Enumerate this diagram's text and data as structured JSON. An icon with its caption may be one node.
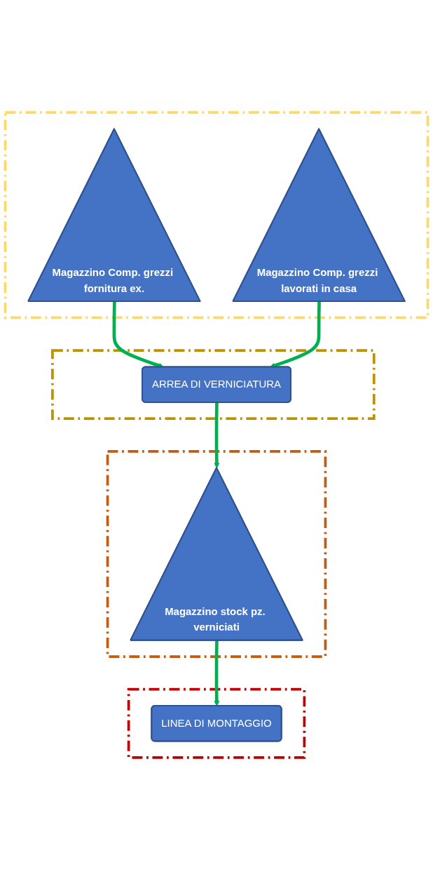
{
  "diagram": {
    "nodes": [
      {
        "text": [],
        "shape": "box"
      },
      {
        "text": [
          "Magazzino Comp. grezzi fornitura ex."
        ],
        "in": 0
      },
      {
        "text": [
          "Magazzino Comp. grezzi lavorati in casa"
        ],
        "in": 0
      },
      {
        "text": [],
        "shape": "box"
      },
      {
        "text": [
          "ARREA DI VERNICIATURA"
        ],
        "in": 3
      },
      {
        "text": [],
        "shape": "box"
      },
      {
        "text": [
          "Magazzino stock pz. verniciati"
        ],
        "in": 5
      },
      {
        "text": [],
        "shape": "box"
      },
      {
        "text": [
          "LINEA DI MONTAGGIO"
        ],
        "in": 7
      }
    ],
    "edges": [
      {
        "from": 1,
        "to": 4,
        "arrow": "to",
        "color": "#00b050"
      },
      {
        "from": 2,
        "to": 4,
        "arrow": "to",
        "color": "#00b050"
      },
      {
        "from": 4,
        "to": 6,
        "arrow": "to",
        "color": "#00b050"
      },
      {
        "from": 6,
        "to": 8,
        "arrow": "to",
        "color": "#00b050"
      }
    ]
  }
}
